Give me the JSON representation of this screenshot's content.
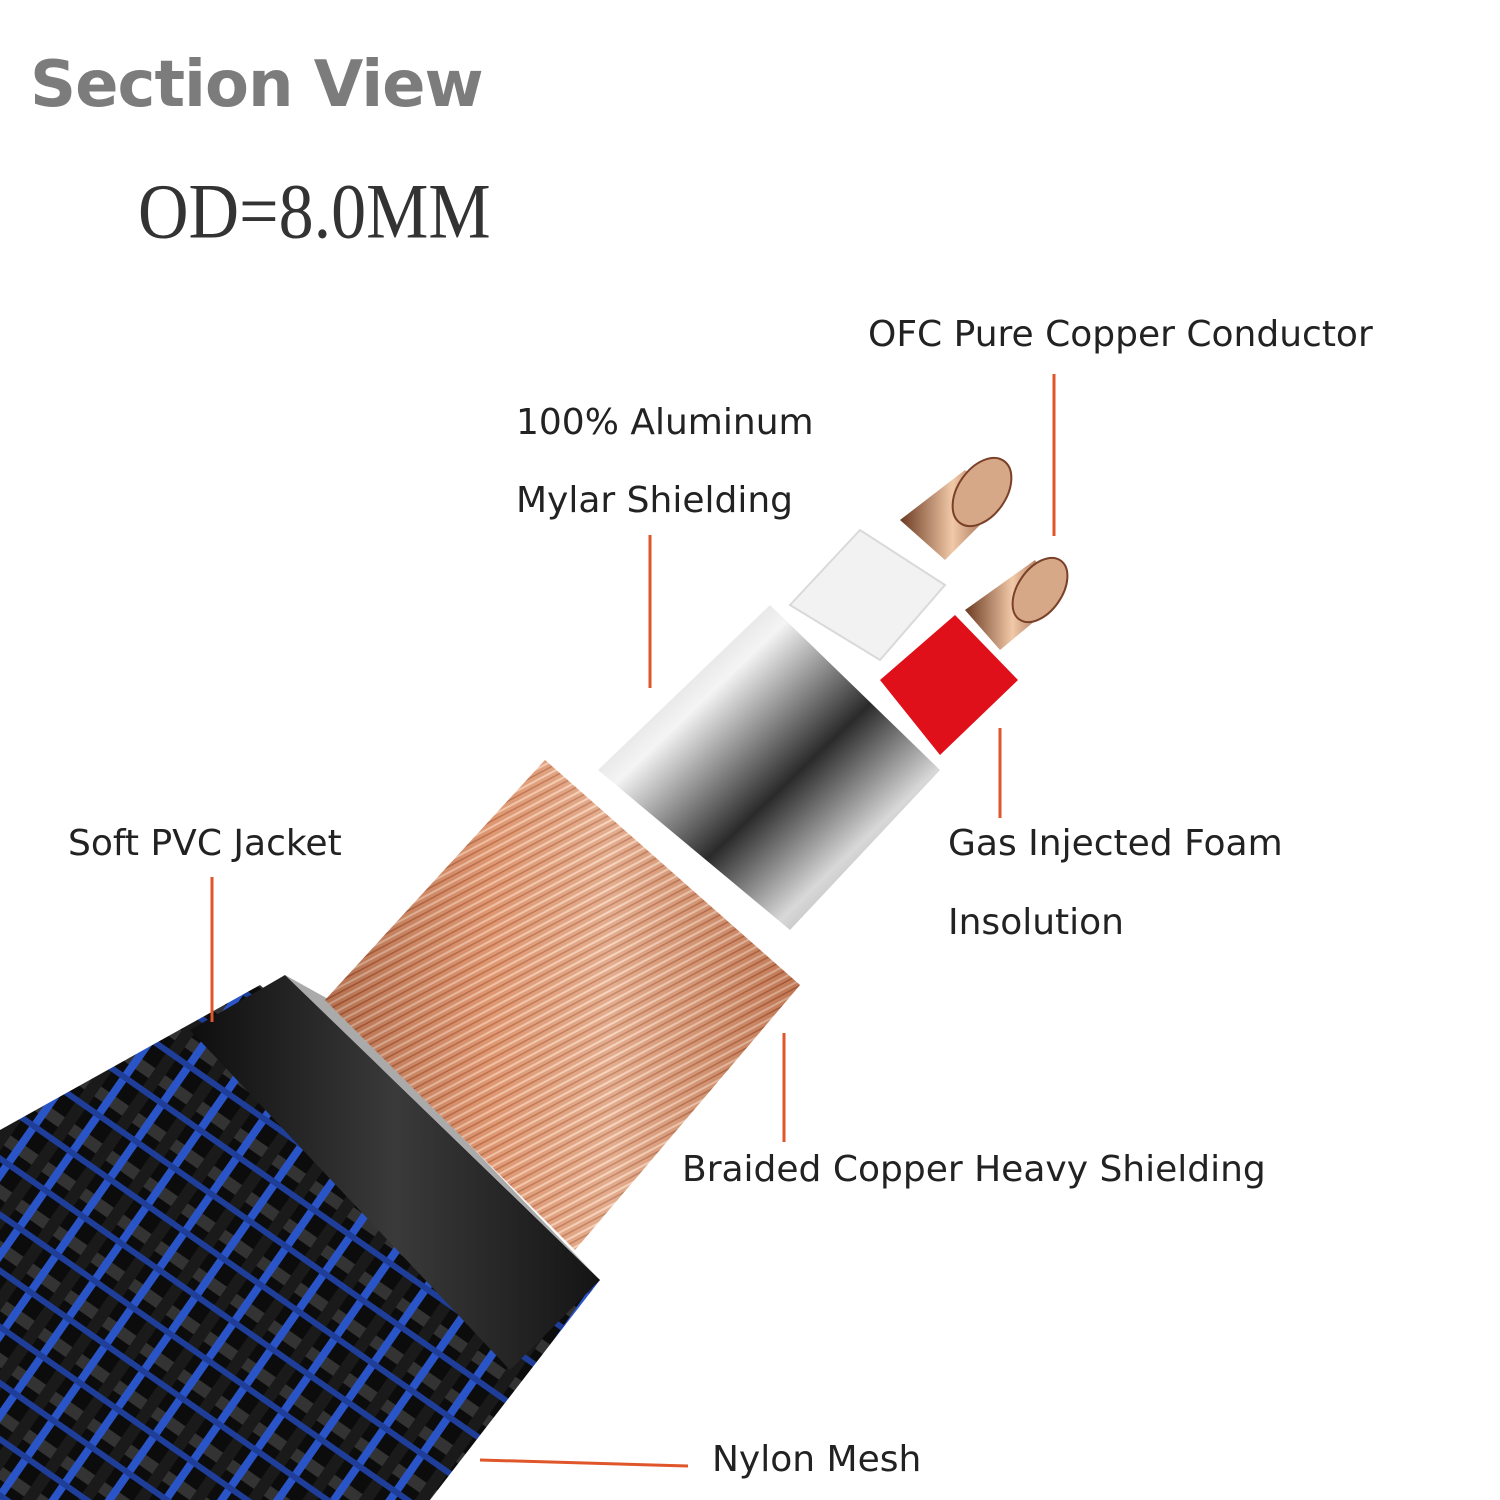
{
  "title": "Section View",
  "subtitle": "OD=8.0MM",
  "labels": {
    "ofc": "OFC Pure Copper Conductor",
    "mylar_line1": "100% Aluminum",
    "mylar_line2": "Mylar Shielding",
    "pvc": "Soft PVC Jacket",
    "foam_line1": "Gas Injected Foam",
    "foam_line2": "Insolution",
    "braid": "Braided Copper Heavy Shielding",
    "nylon": "Nylon Mesh"
  },
  "colors": {
    "leader_line": "#e0562a",
    "title": "#7c7c7c",
    "copper": "#c9774f",
    "red_insulation": "#e0101a",
    "white_insulation": "#f2f2f2",
    "nylon_blue": "#2a55c8",
    "jacket": "#1e1e1e"
  }
}
